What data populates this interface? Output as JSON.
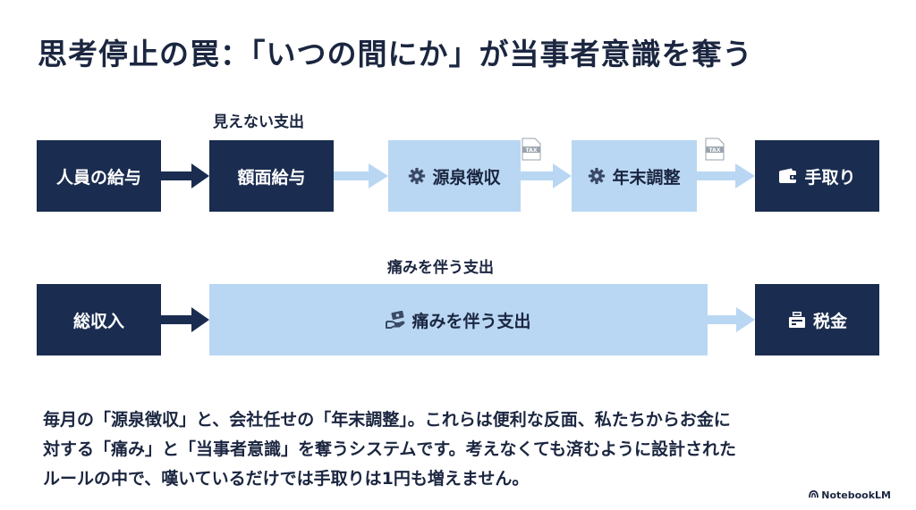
{
  "title": "思考停止の罠：「いつの間にか」が当事者意識を奪う",
  "flow1": {
    "label": "見えない支出",
    "steps": [
      "人員の給与",
      "額面給与",
      "源泉徴収",
      "年末調整",
      "手取り"
    ],
    "tax_tag": "TAX"
  },
  "flow2": {
    "label": "痛みを伴う支出",
    "steps": [
      "総収入",
      "痛みを伴う支出",
      "税金"
    ]
  },
  "body_lines": [
    "毎月の「源泉徴収」と、会社任せの「年末調整」。これらは便利な反面、私たちからお金に",
    "対する「痛み」と「当事者意識」を奪うシステムです。考えなくても済むように設計された",
    "ルールの中で、嘆いているだけでは手取りは1円も増えません。"
  ],
  "brand": "NotebookLM",
  "colors": {
    "dark_box": "#1a2c4f",
    "light_box": "#b9d7f3",
    "dark_arrow": "#1a2c4f",
    "light_arrow": "#b9d7f3"
  },
  "icons": {
    "gear": "gear-icon",
    "wallet": "wallet-icon",
    "tax_doc": "tax-document-icon",
    "hand_money": "hand-money-icon",
    "tax_register": "tax-register-icon"
  }
}
